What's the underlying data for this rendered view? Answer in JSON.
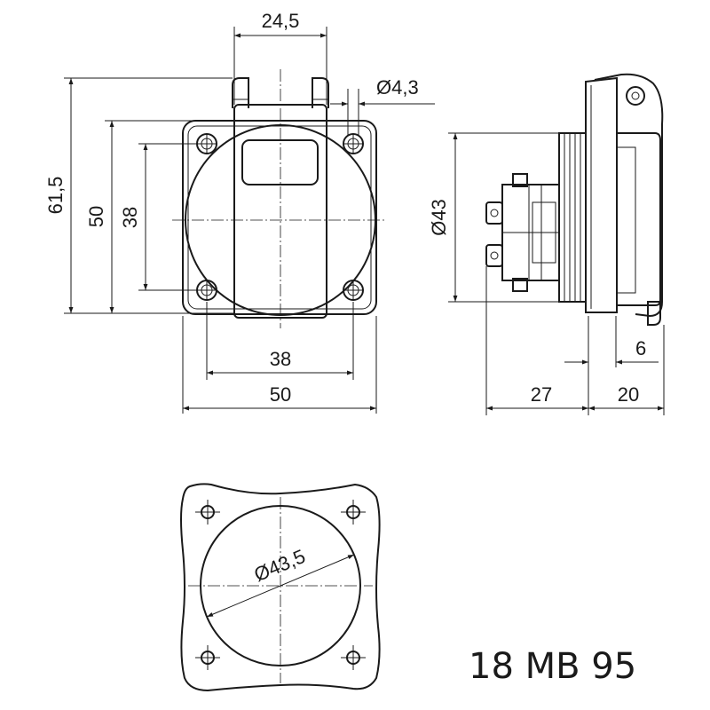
{
  "front_view": {
    "dim_cap_width": "24,5",
    "dim_hole_dia": "Ø4,3",
    "dim_total_height": "61,5",
    "dim_flange_height": "50",
    "dim_hole_pitch_v": "38",
    "dim_hole_pitch_h": "38",
    "dim_flange_width": "50"
  },
  "side_view": {
    "dim_body_dia": "Ø43",
    "dim_rear_depth": "27",
    "dim_front_depth": "20",
    "dim_lip": "6"
  },
  "cutout_view": {
    "dim_cutout_dia": "Ø43,5"
  },
  "part_number": "18 MB 95"
}
